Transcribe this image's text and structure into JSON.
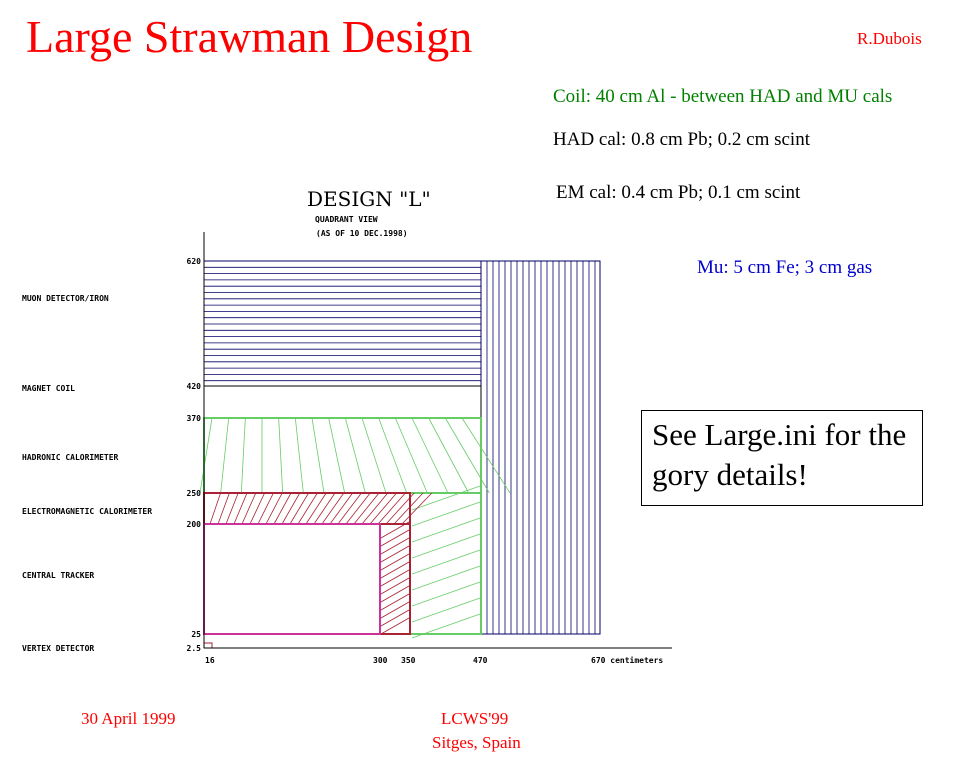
{
  "title": "Large Strawman Design",
  "author": "R.Dubois",
  "specs": {
    "coil": "Coil: 40 cm Al - between HAD and MU cals",
    "had": "HAD cal: 0.8 cm Pb; 0.2 cm scint",
    "em": "EM cal: 0.4 cm Pb; 0.1 cm scint",
    "mu": "Mu: 5 cm Fe; 3 cm gas"
  },
  "note": "See Large.ini for the gory details!",
  "footer": {
    "date": "30 April 1999",
    "conference": "LCWS'99",
    "place": "Sitges, Spain"
  },
  "diagram": {
    "title": "DESIGN \"L\"",
    "subtitle": "QUADRANT VIEW",
    "date": "(AS OF 10 DEC.1998)",
    "labels": {
      "muon": "MUON DETECTOR/IRON",
      "coil": "MAGNET COIL",
      "had": "HADRONIC CALORIMETER",
      "em": "ELECTROMAGNETIC CALORIMETER",
      "tracker": "CENTRAL TRACKER",
      "vertex": "VERTEX DETECTOR"
    },
    "y_ticks": [
      "620",
      "420",
      "370",
      "250",
      "200",
      "25",
      "2.5"
    ],
    "x_ticks": [
      "16",
      "300",
      "350",
      "470",
      "670 centimeters"
    ],
    "colors": {
      "muon": "#000066",
      "had": "#66cc66",
      "em": "#aa2233",
      "tracker": "#cc3399"
    }
  }
}
